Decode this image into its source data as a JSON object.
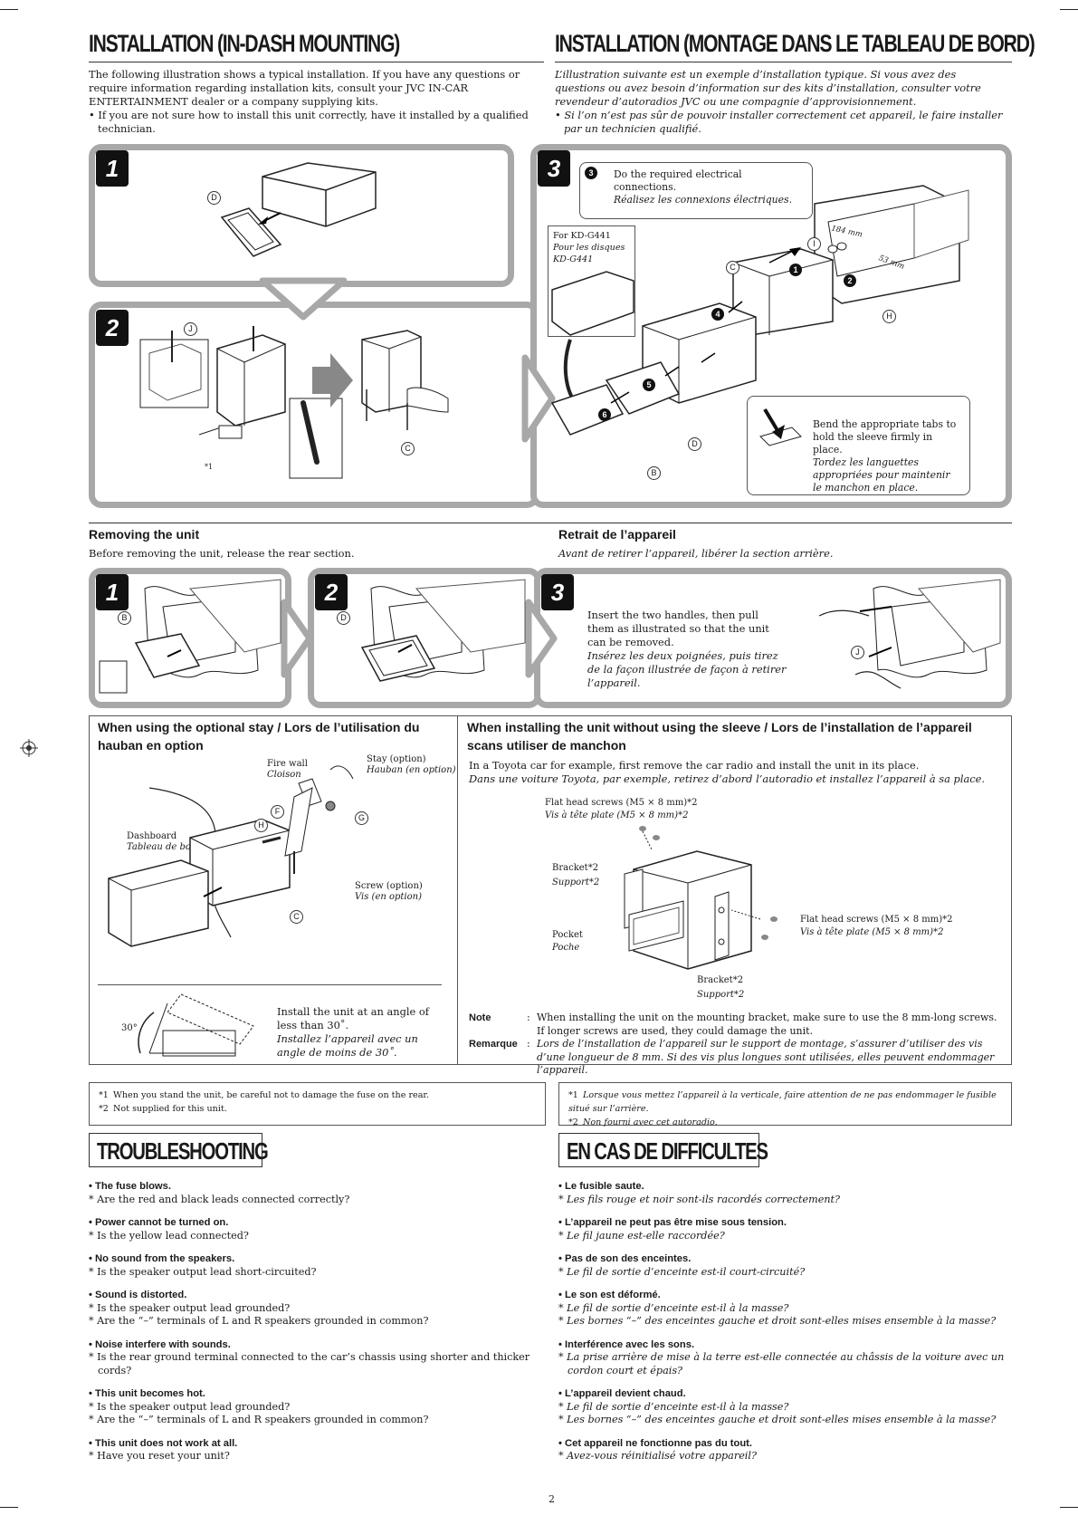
{
  "en": {
    "title": "INSTALLATION (IN-DASH MOUNTING)",
    "intro": "The following illustration shows a typical installation. If you have any questions or require information regarding installation kits, consult your JVC IN-CAR ENTERTAINMENT dealer or a company supplying kits.",
    "intro_bullet": "If you are not sure how to install this unit correctly, have it installed by a qualified technician.",
    "removing_title": "Removing the unit",
    "removing_text": "Before removing the unit, release the rear section.",
    "stay_title": "When using the optional stay / Lors de l’utilisation du hauban en option",
    "nosleeve_title": "When installing the unit without using the sleeve / Lors de l’installation de l’appareil scans utiliser de manchon",
    "nosleeve_text_en": "In a Toyota car for example, first remove the car radio and install the unit in its place.",
    "nosleeve_text_fr": "Dans une voiture Toyota, par exemple, retirez d’abord l’autoradio et installez l’appareil à sa place.",
    "footnote1": "When you stand the unit, be careful not to damage the fuse on the rear.",
    "footnote2": "Not supplied for this unit.",
    "troubleshooting_title": "TROUBLESHOOTING"
  },
  "fr": {
    "title": "INSTALLATION (MONTAGE DANS LE TABLEAU DE BORD)",
    "intro": "L’illustration suivante est un exemple d’installation typique. Si vous avez des questions ou avez besoin d’information sur des kits d’installation, consulter votre revendeur d’autoradios JVC ou une compagnie d’approvisionnement.",
    "intro_bullet": "Si l’on n’est pas sûr de pouvoir installer correctement cet appareil, le faire installer par un technicien qualifié.",
    "removing_title": "Retrait de l’appareil",
    "removing_text": "Avant de retirer l’appareil, libérer la section arrière.",
    "footnote1": "Lorsque vous mettez l’appareil à la verticale, faire attention de ne pas endommager le fusible situé sur l’arrière.",
    "footnote2": "Non fourni avec cet autoradio.",
    "troubleshooting_title": "EN CAS DE DIFFICULTES"
  },
  "install": {
    "step1": "1",
    "step2": "2",
    "step3": "3",
    "callout_conn_en": "Do the required electrical connections.",
    "callout_conn_fr": "Réalisez les connexions électriques.",
    "kd_en": "For KD-G441",
    "kd_fr1": "Pour les disques",
    "kd_fr2": "KD-G441",
    "bend_en": "Bend the appropriate tabs to hold the sleeve firmly in place.",
    "bend_fr": "Tordez les languettes appropriées pour maintenir le manchon en place.",
    "dim_w": "184 mm",
    "dim_h": "53 mm",
    "star1": "*1",
    "letters": {
      "D": "D",
      "J": "J",
      "C": "C",
      "I": "I",
      "H": "H",
      "B": "B",
      "F": "F",
      "G": "G"
    },
    "conn_num": "3",
    "numbers": [
      "1",
      "2",
      "4",
      "5",
      "6"
    ]
  },
  "removal": {
    "step1": "1",
    "step2": "2",
    "step3": "3",
    "text_en": "Insert the two handles, then pull them as illustrated so that the unit can be removed.",
    "text_fr": "Insérez les deux poignées, puis tirez de la façon illustrée de façon à retirer l’appareil."
  },
  "stay": {
    "firewall_en": "Fire wall",
    "firewall_fr": "Cloison",
    "stay_en": "Stay (option)",
    "stay_fr": "Hauban (en option)",
    "dashboard_en": "Dashboard",
    "dashboard_fr": "Tableau de bord",
    "screw_en": "Screw (option)",
    "screw_fr": "Vis (en option)",
    "angle_label": "30°",
    "angle_en": "Install the unit at an angle of less than 30˚.",
    "angle_fr": "Installez l’appareil avec un angle de moins de 30˚."
  },
  "nosleeve": {
    "flat1_en": "Flat head screws (M5 × 8 mm)*2",
    "flat1_fr": "Vis à tête plate (M5 × 8 mm)*2",
    "bracket1_en": "Bracket*2",
    "bracket1_fr": "Support*2",
    "pocket_en": "Pocket",
    "pocket_fr": "Poche",
    "flat2_en": "Flat head screws (M5 × 8 mm)*2",
    "flat2_fr": "Vis à tête plate (M5 × 8 mm)*2",
    "bracket2_en": "Bracket*2",
    "bracket2_fr": "Support*2",
    "note_label": "Note",
    "note_colon": ":",
    "note_text": "When installing the unit on the mounting bracket, make sure to use the 8 mm-long screws. If longer screws are used, they could damage the unit.",
    "remarque_label": "Remarque",
    "remarque_text": "Lors de l’installation de l’appareil sur le support de montage, s’assurer d’utiliser des vis d’une longueur de 8 mm. Si des vis plus longues sont utilisées, elles peuvent endommager l’appareil."
  },
  "footnote_marks": {
    "m1": "*1",
    "m2": "*2"
  },
  "troubleshooting_en": [
    {
      "title": "The fuse blows.",
      "q": [
        "Are the red and black leads connected correctly?"
      ]
    },
    {
      "title": "Power cannot be turned on.",
      "q": [
        "Is the yellow lead connected?"
      ]
    },
    {
      "title": "No sound from the speakers.",
      "q": [
        "Is the speaker output lead short-circuited?"
      ]
    },
    {
      "title": "Sound is distorted.",
      "q": [
        "Is the speaker output lead grounded?",
        "Are the “–” terminals of L and R speakers grounded in common?"
      ]
    },
    {
      "title": "Noise interfere with sounds.",
      "q": [
        "Is the rear ground terminal connected to the car’s chassis using shorter and thicker cords?"
      ]
    },
    {
      "title": "This unit becomes hot.",
      "q": [
        "Is the speaker output lead grounded?",
        "Are the “–” terminals of L and R speakers grounded in common?"
      ]
    },
    {
      "title": "This unit does not work at all.",
      "q": [
        "Have you reset your unit?"
      ]
    }
  ],
  "troubleshooting_fr": [
    {
      "title": "Le fusible saute.",
      "q": [
        "Les fils rouge et noir sont-ils racordés correctement?"
      ]
    },
    {
      "title": "L’appareil ne peut pas être mise sous tension.",
      "q": [
        "Le fil jaune est-elle raccordée?"
      ]
    },
    {
      "title": "Pas de son des enceintes.",
      "q": [
        "Le fil de sortie d’enceinte est-il court-circuité?"
      ]
    },
    {
      "title": "Le son est déformé.",
      "q": [
        "Le fil de sortie d’enceinte est-il à la masse?",
        "Les bornes “–” des enceintes gauche et droit sont-elles mises ensemble à la masse?"
      ]
    },
    {
      "title": "Interférence avec les sons.",
      "q": [
        "La prise arrière de mise à la terre est-elle connectée au châssis de la voiture avec un cordon court et épais?"
      ]
    },
    {
      "title": "L’appareil devient chaud.",
      "q": [
        "Le fil de sortie d’enceinte est-il à la masse?",
        "Les bornes “–” des enceintes gauche et droit sont-elles mises ensemble à la masse?"
      ]
    },
    {
      "title": "Cet appareil ne fonctionne pas du tout.",
      "q": [
        "Avez-vous réinitialisé votre appareil?"
      ]
    }
  ],
  "page_number": "2"
}
